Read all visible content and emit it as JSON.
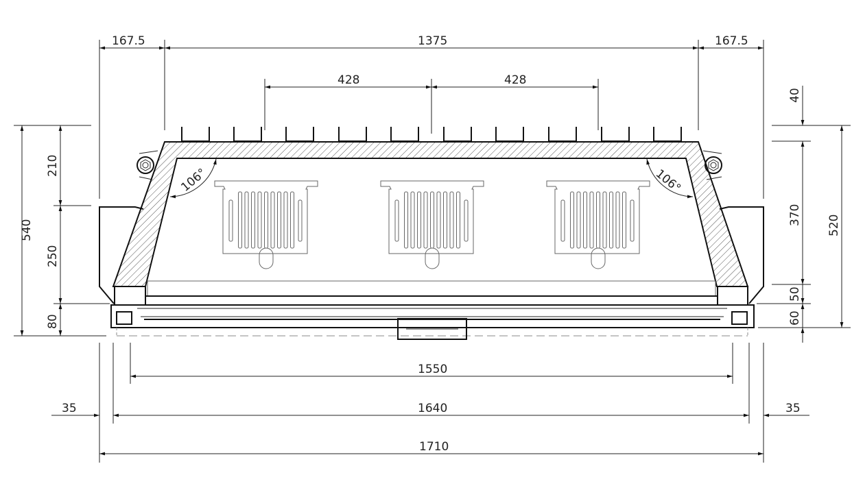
{
  "drawing": {
    "top_dims": {
      "left_margin": "167.5",
      "span": "1375",
      "right_margin": "167.5",
      "spacing_left": "428",
      "spacing_right": "428"
    },
    "left_dims": {
      "total": "540",
      "upper": "210",
      "middle": "250",
      "lower": "80"
    },
    "right_dims": {
      "top": "40",
      "middle": "370",
      "lower_a": "50",
      "lower_b": "60",
      "total": "520"
    },
    "bottom_dims": {
      "inner": "1550",
      "frame": "1640",
      "left_offset": "35",
      "right_offset": "35",
      "overall": "1710"
    },
    "angles": {
      "left": "106°",
      "right": "106°"
    }
  }
}
